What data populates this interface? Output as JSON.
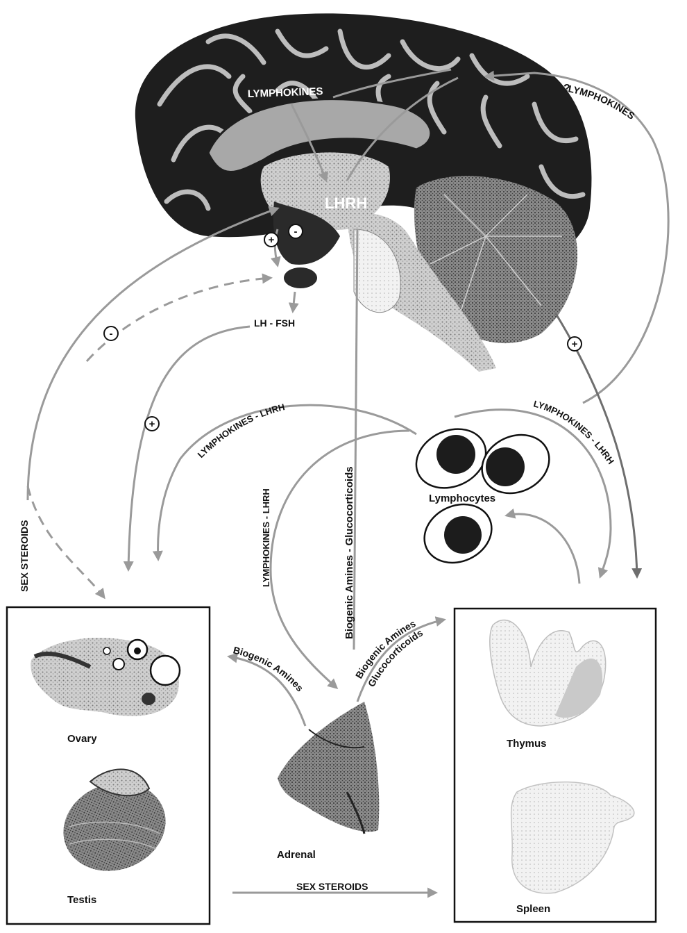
{
  "labels": {
    "lymphokines_top": "LYMPHOKINES",
    "lhrh_center": "LHRH",
    "question": "?",
    "lymphokines_right_arc": "LYMPHOKINES",
    "lh_fsh": "LH - FSH",
    "lymphokines_lhrh_left": "LYMPHOKINES - LHRH",
    "lymphokines_lhrh_right": "LYMPHOKINES - LHRH",
    "lymphokines_lhrh_vertical": "LYMPHOKINES - LHRH",
    "biogenic_glucocorticoids_vertical": "Biogenic Amines - Glucocorticoids",
    "sex_steroids_vertical": "SEX STEROIDS",
    "sex_steroids_bottom": "SEX STEROIDS",
    "biogenic_amines_left": "Biogenic Amines",
    "biogenic_amines_right_1": "Biogenic Amines",
    "biogenic_amines_right_2": "Glucocorticoids",
    "lymphocytes": "Lymphocytes",
    "ovary": "Ovary",
    "testis": "Testis",
    "adrenal": "Adrenal",
    "thymus": "Thymus",
    "spleen": "Spleen"
  },
  "signs": {
    "plus": "+",
    "minus": "-"
  }
}
